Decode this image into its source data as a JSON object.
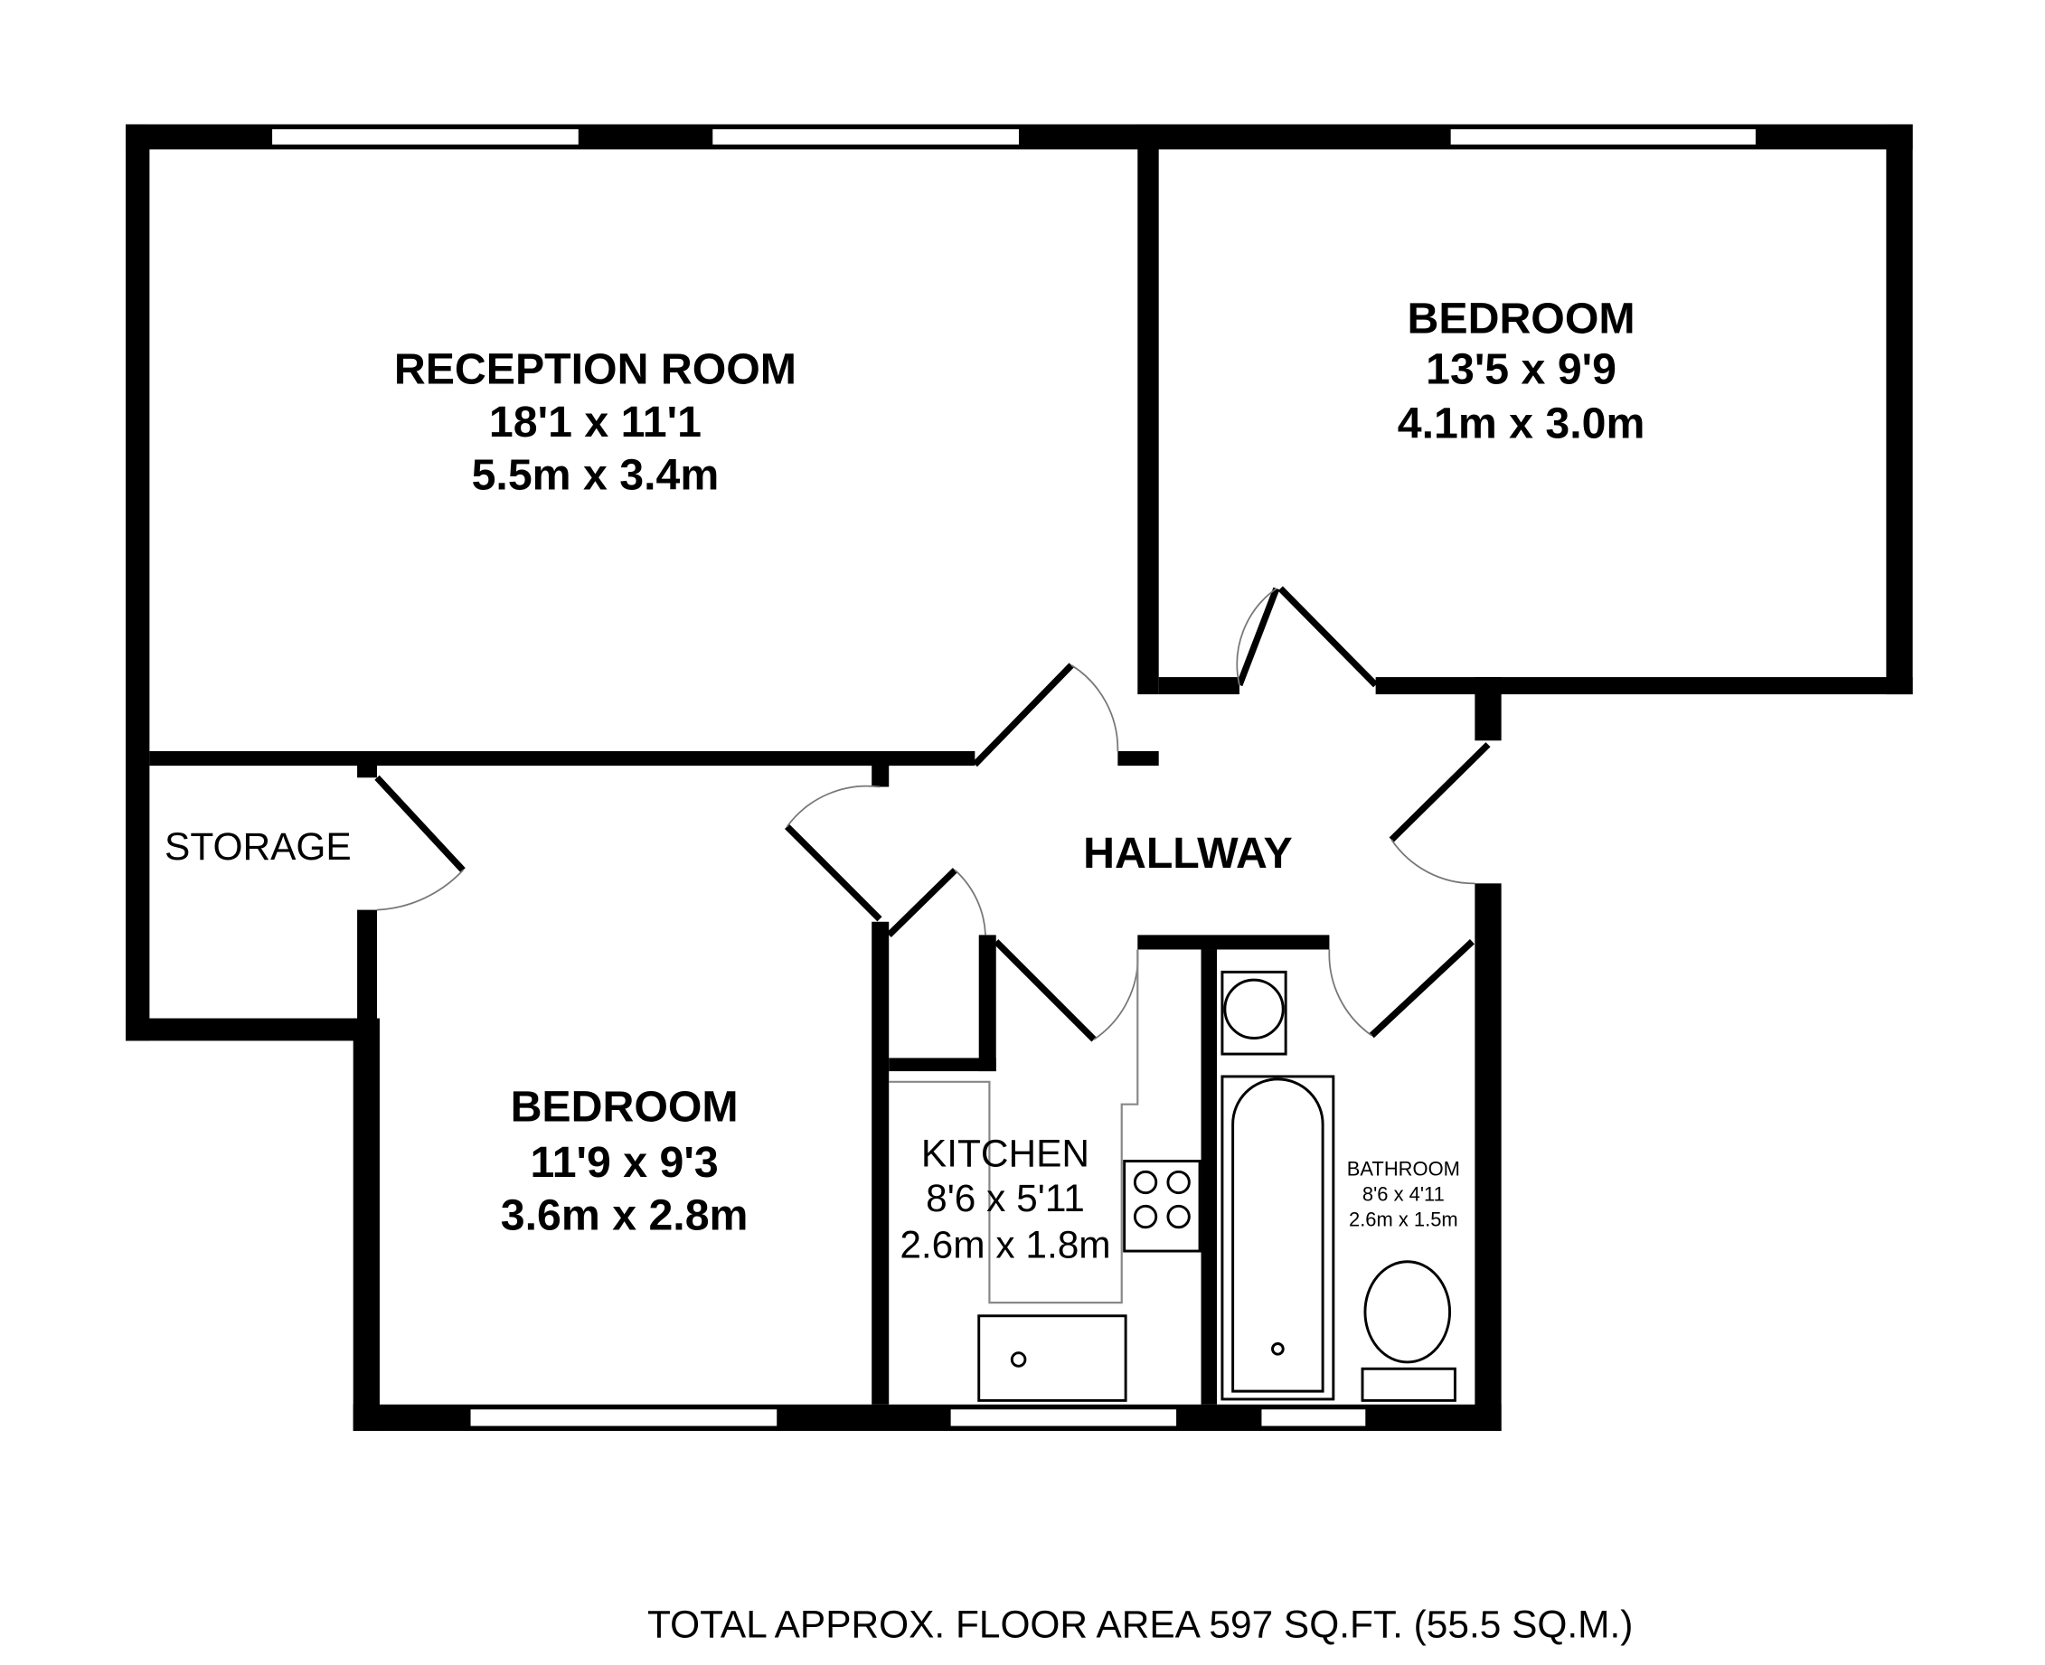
{
  "rooms": {
    "reception": {
      "name": "RECEPTION ROOM",
      "imperial": "18'1 x 11'1",
      "metric": "5.5m x 3.4m"
    },
    "bedroom1": {
      "name": "BEDROOM",
      "imperial": "13'5 x 9'9",
      "metric": "4.1m x 3.0m"
    },
    "storage": {
      "name": "STORAGE"
    },
    "hallway": {
      "name": "HALLWAY"
    },
    "bedroom2": {
      "name": "BEDROOM",
      "imperial": "11'9 x 9'3",
      "metric": "3.6m x 2.8m"
    },
    "kitchen": {
      "name": "KITCHEN",
      "imperial": "8'6 x 5'11",
      "metric": "2.6m x 1.8m"
    },
    "bathroom": {
      "name": "BATHROOM",
      "imperial": "8'6 x 4'11",
      "metric": "2.6m x 1.5m"
    }
  },
  "footer": {
    "total_area": "TOTAL APPROX. FLOOR AREA 597 SQ.FT. (55.5 SQ.M.)"
  }
}
